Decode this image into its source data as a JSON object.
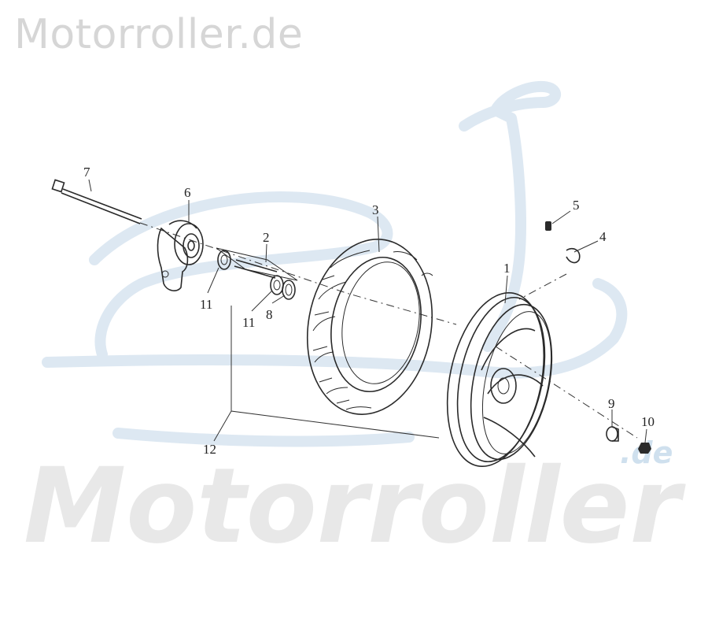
{
  "watermark": {
    "header": "Motorroller.de",
    "big": "Motorroller",
    "small": ".de"
  },
  "callouts": [
    {
      "id": "p1",
      "label": "1"
    },
    {
      "id": "p2",
      "label": "2"
    },
    {
      "id": "p3",
      "label": "3"
    },
    {
      "id": "p4",
      "label": "4"
    },
    {
      "id": "p5",
      "label": "5"
    },
    {
      "id": "p6",
      "label": "6"
    },
    {
      "id": "p7",
      "label": "7"
    },
    {
      "id": "p8",
      "label": "8"
    },
    {
      "id": "p9",
      "label": "9"
    },
    {
      "id": "p10",
      "label": "10"
    },
    {
      "id": "p11a",
      "label": "11"
    },
    {
      "id": "p11b",
      "label": "11"
    },
    {
      "id": "p12",
      "label": "12"
    }
  ],
  "colors": {
    "line": "#2a2a2a",
    "watermark_grey": "#e8e8e8",
    "watermark_blue": "#dde8f2"
  }
}
